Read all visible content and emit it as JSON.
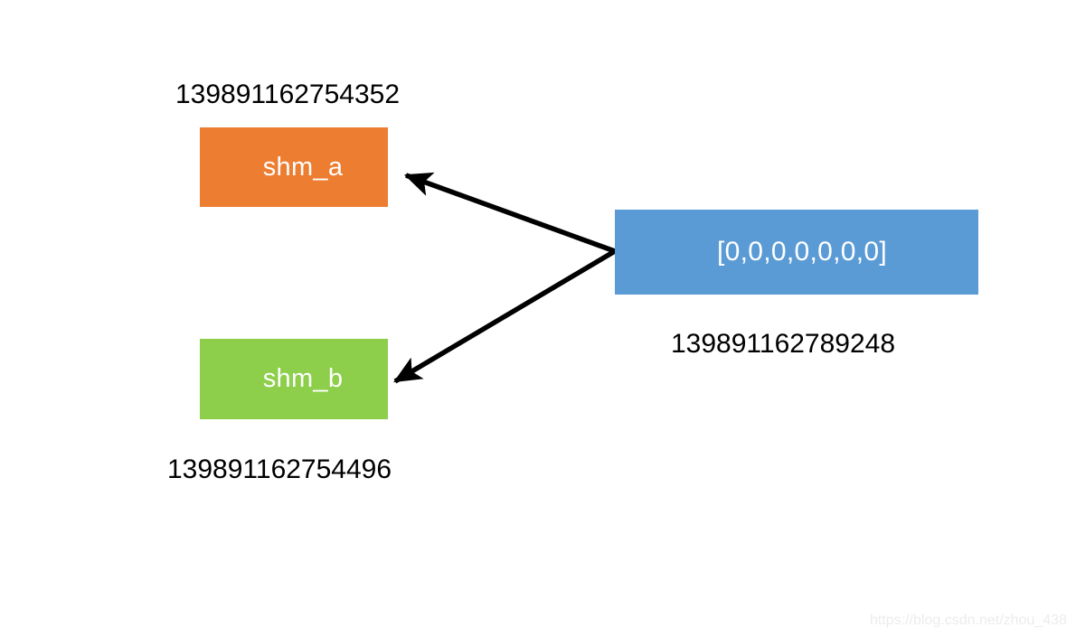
{
  "diagram": {
    "type": "block-arrow-diagram",
    "background_color": "#ffffff",
    "nodes": [
      {
        "id": "shm_a",
        "label": "shm_a",
        "address_label": "139891162754352",
        "color": "#ED7D31",
        "text_color": "#ffffff"
      },
      {
        "id": "shm_b",
        "label": "shm_b",
        "address_label": "139891162754496",
        "color": "#8DCE4B",
        "text_color": "#ffffff"
      },
      {
        "id": "buffer",
        "label": "[0,0,0,0,0,0,0]",
        "address_label": "139891162789248",
        "color": "#5B9BD5",
        "text_color": "#ffffff"
      }
    ],
    "arrows": [
      {
        "id": "buffer-to-shm-a",
        "from": "buffer",
        "to": "shm_a",
        "color": "#000000",
        "head": "solid-triangle"
      },
      {
        "id": "buffer-to-shm-b",
        "from": "buffer",
        "to": "shm_b",
        "color": "#000000",
        "head": "solid-triangle"
      }
    ]
  },
  "watermark": {
    "text": "https://blog.csdn.net/zhou_438",
    "color": "#ececec"
  }
}
